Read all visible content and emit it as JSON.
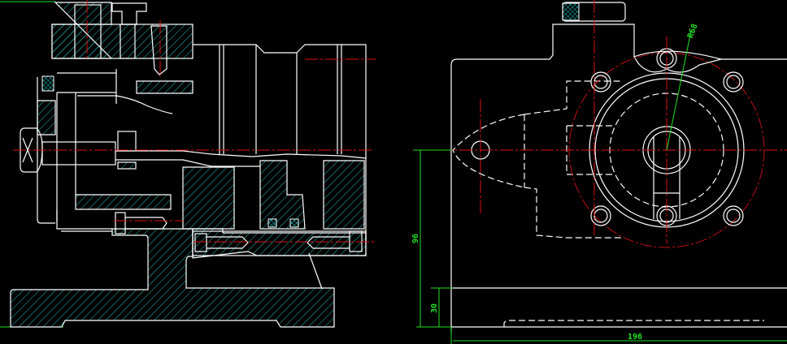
{
  "drawing": {
    "background": "#000000",
    "colors": {
      "outline": "#ffffff",
      "hatch": "#20c0c0",
      "centerline": "#e01010",
      "dimension": "#20e020"
    },
    "views": [
      "section-view",
      "end-view"
    ],
    "dimensions": {
      "height_overall": "96",
      "base_height": "30",
      "width": "196",
      "radius_label": "R68"
    }
  }
}
